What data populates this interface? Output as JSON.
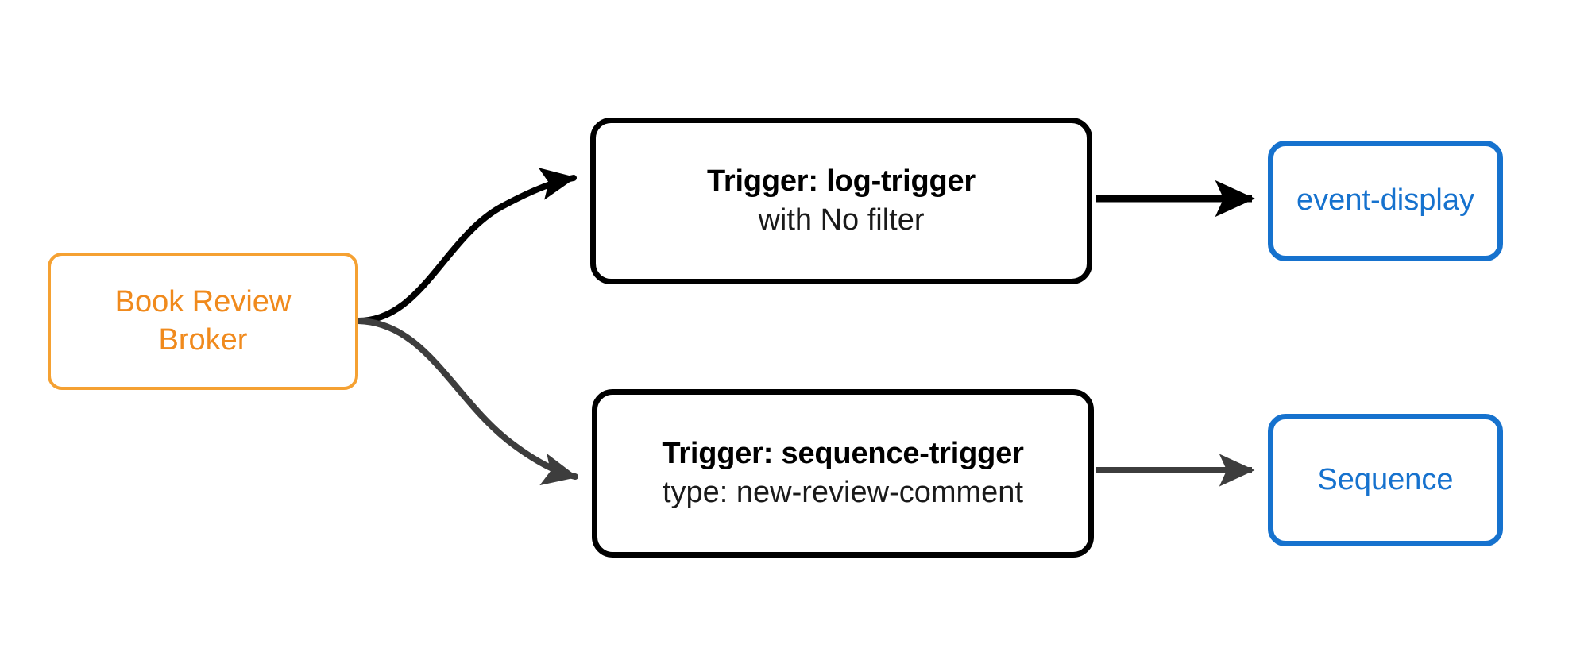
{
  "diagram": {
    "type": "flow-diagram",
    "background_color": "#ffffff",
    "colors": {
      "broker": "#f5a132",
      "broker_text": "#f08a1d",
      "trigger_border": "#000000",
      "trigger_text": "#000000",
      "sink_border": "#1672ce",
      "sink_text": "#1672ce",
      "edge_primary": "#000000",
      "edge_secondary": "#3d3d3d"
    },
    "nodes": {
      "broker": {
        "name": "Book Review Broker",
        "line1": "Book Review",
        "line2": "Broker"
      },
      "log_trigger": {
        "title": "Trigger: log-trigger",
        "subtitle": "with No filter"
      },
      "sequence_trigger": {
        "title": "Trigger: sequence-trigger",
        "subtitle": "type: new-review-comment"
      },
      "event_display": {
        "label": "event-display"
      },
      "sequence": {
        "label": "Sequence"
      }
    },
    "edges": [
      {
        "from": "broker",
        "to": "log_trigger",
        "style": "curved",
        "color": "#000000"
      },
      {
        "from": "broker",
        "to": "sequence_trigger",
        "style": "curved",
        "color": "#3d3d3d"
      },
      {
        "from": "log_trigger",
        "to": "event_display",
        "style": "straight",
        "color": "#000000"
      },
      {
        "from": "sequence_trigger",
        "to": "sequence",
        "style": "straight",
        "color": "#3d3d3d"
      }
    ]
  }
}
